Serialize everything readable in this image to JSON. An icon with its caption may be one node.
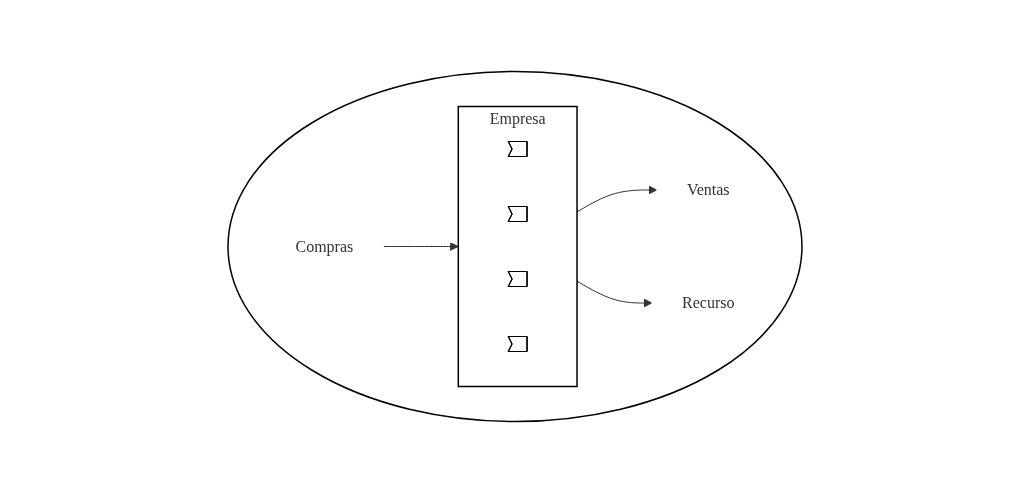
{
  "diagram": {
    "nodes": [
      {
        "text": [],
        "shape": "ellipse"
      },
      {
        "text": [
          "Compras"
        ],
        "in": 0
      },
      {
        "text": [
          "Empresa"
        ],
        "in": 0
      },
      {
        "text": [],
        "shape": "chevron",
        "in": 2
      },
      {
        "text": [],
        "shape": "chevron",
        "in": 2
      },
      {
        "text": [],
        "shape": "chevron",
        "in": 2
      },
      {
        "text": [],
        "shape": "chevron",
        "in": 2
      },
      {
        "text": [
          "Ventas"
        ],
        "in": 0
      },
      {
        "text": [
          "Recurso"
        ],
        "in": 0
      }
    ],
    "edges": [
      {
        "from": 1,
        "to": 2,
        "arrow": "to"
      },
      {
        "from": 2,
        "to": 7,
        "arrow": "to"
      },
      {
        "from": 2,
        "to": 8,
        "arrow": "to"
      }
    ]
  }
}
